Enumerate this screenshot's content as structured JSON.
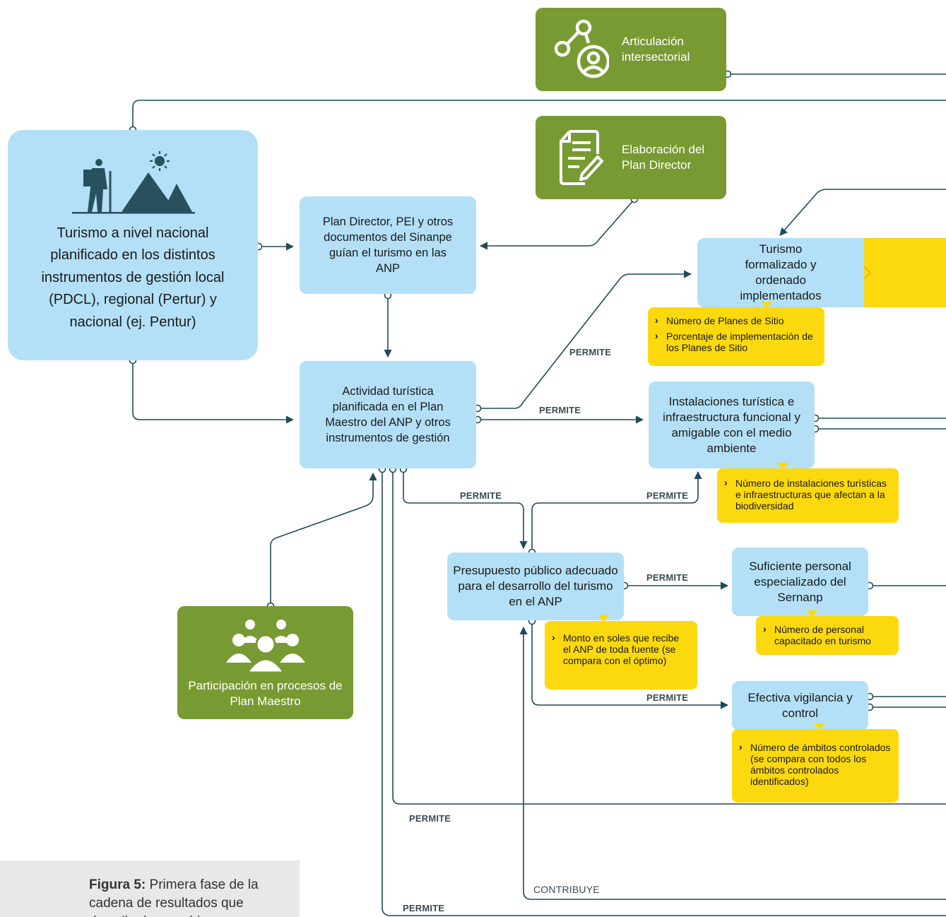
{
  "nodes": {
    "articulacion": "Articulación intersectorial",
    "elaboracion": "Elaboración del Plan Director",
    "turismo_nacional": "Turismo a nivel nacional planificado en los distintos instrumentos de gestión local (PDCL), regional (Pertur) y nacional (ej. Pentur)",
    "plan_director": "Plan Director, PEI y otros documentos del Sinanpe guían el turismo en las ANP",
    "actividad": "Actividad turística planificada en el Plan Maestro del ANP y otros instrumentos de gestión",
    "formalizado": "Turismo formalizado y ordenado implementados",
    "instalaciones": "Instalaciones turística e infraestructura funcional y amigable con el medio ambiente",
    "presupuesto": "Presupuesto público adecuado para el desarrollo del turismo en el ANP",
    "personal": "Suficiente personal especializado del Sernanp",
    "vigilancia": "Efectiva vigilancia y control",
    "participacion": "Participación en procesos de Plan Maestro"
  },
  "indicators": {
    "formalizado": [
      "Número de Planes de Sitio",
      "Porcentaje de implementación de los Planes de Sitio"
    ],
    "instalaciones": [
      "Número de instalaciones turísticas e infraestructuras que afectan a la biodiversidad"
    ],
    "presupuesto": [
      "Monto en soles que recibe el ANP de toda fuente (se compara con el óptimo)"
    ],
    "personal": [
      "Número de personal capacitado en turismo"
    ],
    "vigilancia": [
      "Número de ámbitos controlados (se compara con todos los ámbitos controlados identificados)"
    ]
  },
  "edge_labels": {
    "permite": "PERMITE",
    "contribuye": "CONTRIBUYE"
  },
  "caption": {
    "label": "Figura 5:",
    "text": "Primera fase de la cadena de resultados que describe los cambios"
  },
  "colors": {
    "line": "#1f4a5c",
    "blue": "#b3e0f7",
    "green": "#789a32",
    "yellow": "#fcd90f",
    "dark_icon": "#28505f"
  },
  "icons": [
    "network-person-icon",
    "document-pen-icon",
    "hiker-mountain-icon",
    "group-people-icon"
  ]
}
